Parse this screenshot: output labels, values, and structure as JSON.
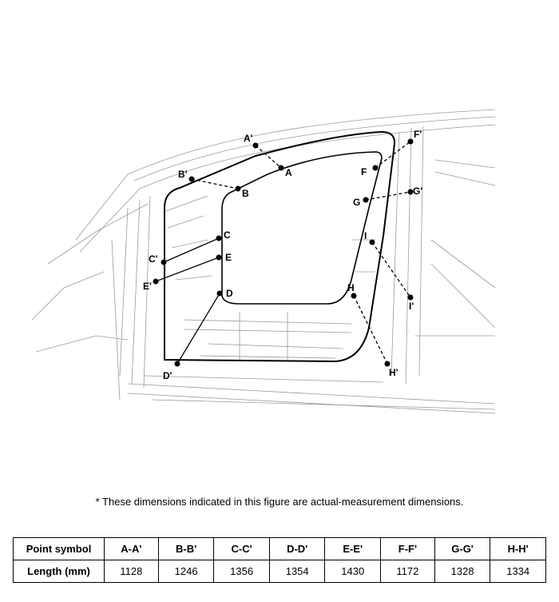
{
  "points": [
    {
      "id": "A",
      "primary": "A",
      "secondary": "A'"
    },
    {
      "id": "B",
      "primary": "B",
      "secondary": "B'"
    },
    {
      "id": "C",
      "primary": "C",
      "secondary": "C'"
    },
    {
      "id": "D",
      "primary": "D",
      "secondary": "D'"
    },
    {
      "id": "E",
      "primary": "E",
      "secondary": "E'"
    },
    {
      "id": "F",
      "primary": "F",
      "secondary": "F'"
    },
    {
      "id": "G",
      "primary": "G",
      "secondary": "G'"
    },
    {
      "id": "H",
      "primary": "H",
      "secondary": "H'"
    },
    {
      "id": "I",
      "primary": "I",
      "secondary": "I'"
    }
  ],
  "note": "* These dimensions indicated in this figure are actual-measurement dimensions.",
  "table": {
    "headers": [
      "Point symbol",
      "A-A'",
      "B-B'",
      "C-C'",
      "D-D'",
      "E-E'",
      "F-F'",
      "G-G'",
      "H-H'"
    ],
    "rows": [
      [
        "Length (mm)",
        "1128",
        "1246",
        "1356",
        "1354",
        "1430",
        "1172",
        "1328",
        "1334"
      ]
    ]
  }
}
